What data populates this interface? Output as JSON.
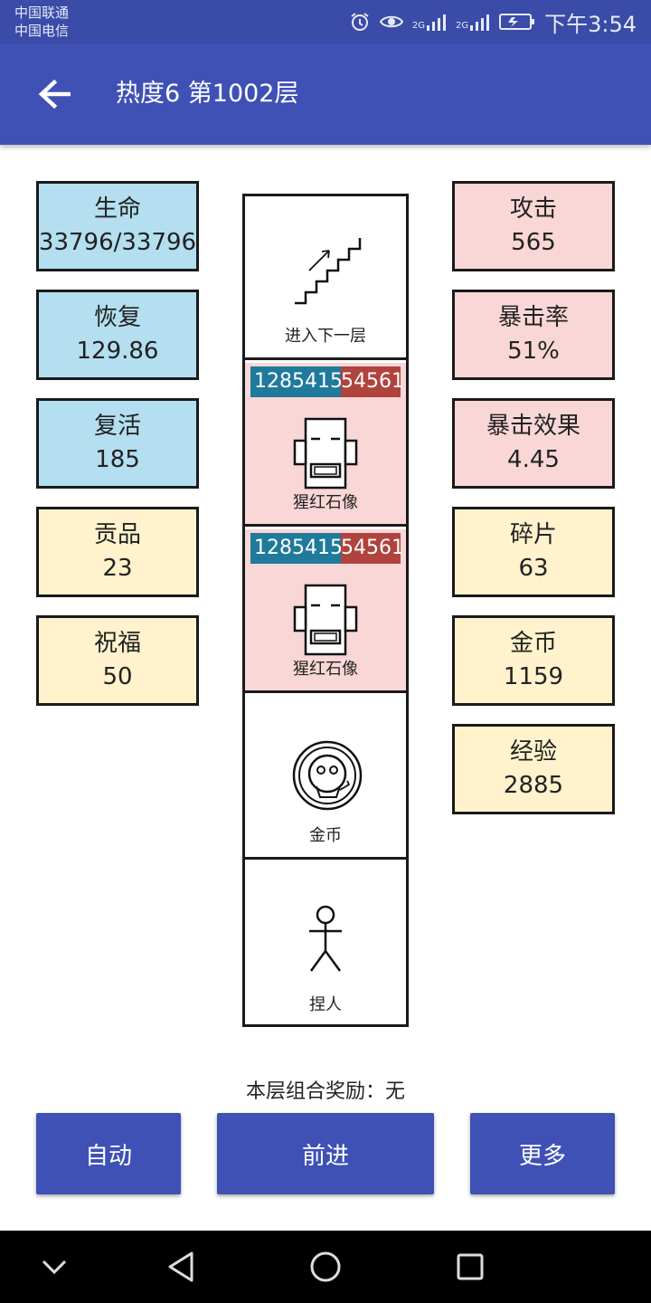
{
  "status": {
    "carrier1": "中国联通",
    "carrier2": "中国电信",
    "net1": "2G",
    "net2": "2G",
    "time": "下午3:54"
  },
  "header": {
    "title": "热度6 第1002层"
  },
  "left_stats": [
    {
      "label": "生命",
      "value": "33796/33796",
      "color": "#b3dff0"
    },
    {
      "label": "恢复",
      "value": "129.86",
      "color": "#b3dff0"
    },
    {
      "label": "复活",
      "value": "185",
      "color": "#b3dff0"
    },
    {
      "label": "贡品",
      "value": "23",
      "color": "#fff2cc"
    },
    {
      "label": "祝福",
      "value": "50",
      "color": "#fff2cc"
    }
  ],
  "right_stats": [
    {
      "label": "攻击",
      "value": "565",
      "color": "#f9d7d6"
    },
    {
      "label": "暴击率",
      "value": "51%",
      "color": "#f9d7d6"
    },
    {
      "label": "暴击效果",
      "value": "4.45",
      "color": "#f9d7d6"
    },
    {
      "label": "碎片",
      "value": "63",
      "color": "#fff2cc"
    },
    {
      "label": "金币",
      "value": "1159",
      "color": "#fff2cc"
    },
    {
      "label": "经验",
      "value": "2885",
      "color": "#fff2cc"
    }
  ],
  "tower": [
    {
      "name": "进入下一层",
      "icon": "stairs-icon"
    },
    {
      "name": "猩红石像",
      "icon": "statue-icon",
      "hp": "1285415",
      "atk": "54561"
    },
    {
      "name": "猩红石像",
      "icon": "statue-icon",
      "hp": "1285415",
      "atk": "54561"
    },
    {
      "name": "金币",
      "icon": "coin-icon"
    },
    {
      "name": "捏人",
      "icon": "stick-figure-icon"
    }
  ],
  "reward": {
    "label": "本层组合奖励：",
    "value": "无"
  },
  "buttons": {
    "auto": "自动",
    "forward": "前进",
    "more": "更多"
  },
  "colors": {
    "primary": "#3f51b5",
    "hp_bar": "#1f7a9c",
    "atk_bar": "#b0433d"
  }
}
